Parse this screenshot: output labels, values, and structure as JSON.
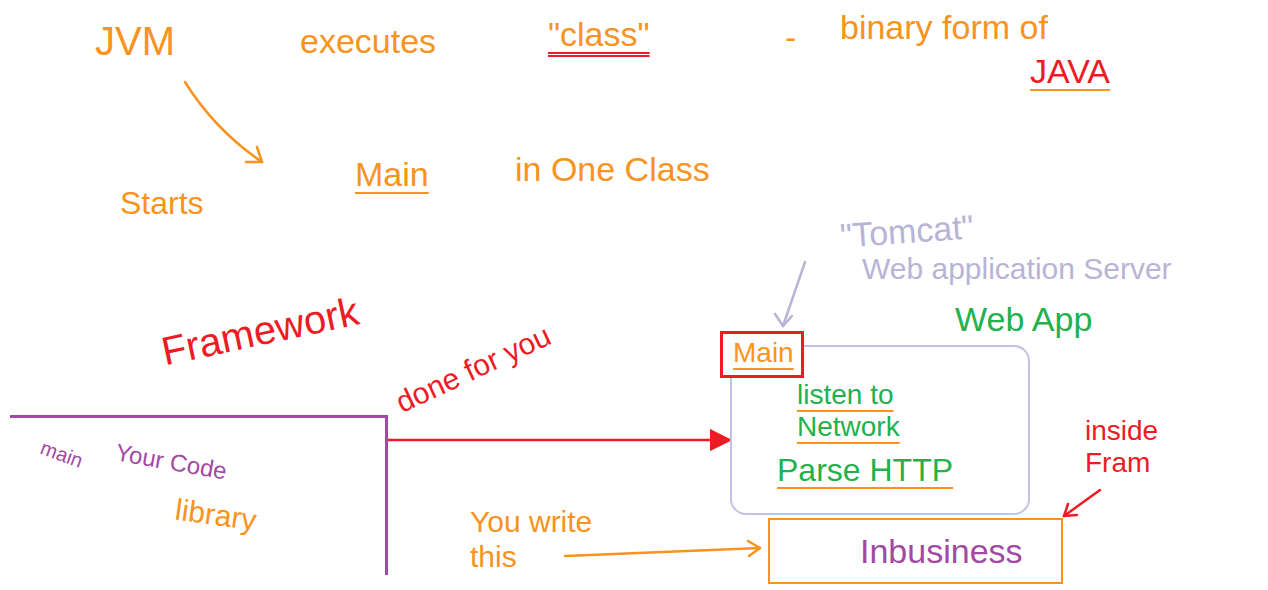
{
  "diagram": {
    "nodes": [
      {
        "text": [
          "main",
          "Your Code",
          "library"
        ]
      },
      {
        "text": [
          "listen to Network",
          "Parse HTTP"
        ]
      },
      {
        "text": [
          "Main"
        ],
        "in": 1
      },
      {
        "text": [
          "Inbusiness"
        ]
      }
    ],
    "edges": [
      {
        "from": 0,
        "to": 1,
        "arrow": "to",
        "label": "done for you"
      }
    ],
    "labels": [
      "JVM",
      "executes",
      "\"class\"",
      "-",
      "binary form of",
      "JAVA",
      "Starts",
      "Main",
      "in One Class",
      "Framework",
      "\"Tomcat\"",
      "Web application Server",
      "Web App",
      "You write this",
      "inside Fram"
    ]
  }
}
